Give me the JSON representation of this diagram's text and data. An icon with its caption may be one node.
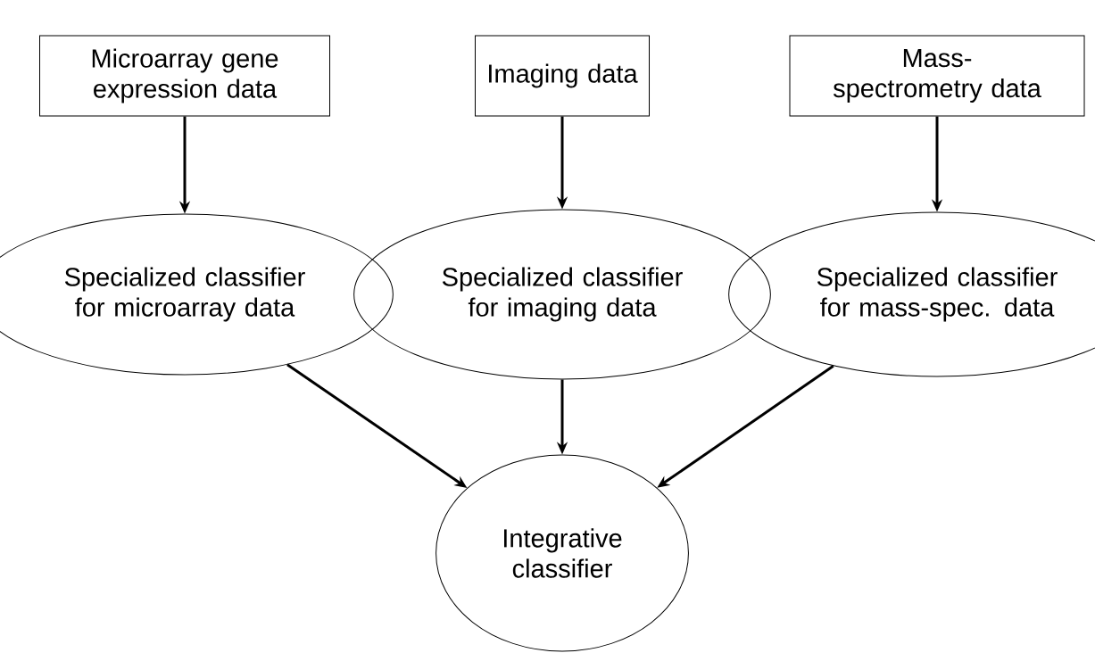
{
  "diagram": {
    "nodes": [
      {
        "text": [
          "Microarray gene expression data"
        ]
      },
      {
        "text": [
          "Imaging data"
        ]
      },
      {
        "text": [
          "Mass-spectrometry data"
        ]
      },
      {
        "text": [
          "Specialized classifier for microarray data"
        ]
      },
      {
        "text": [
          "Specialized classifier for imaging data"
        ]
      },
      {
        "text": [
          "Specialized classifier for mass-spec. data"
        ]
      },
      {
        "text": [
          "Integrative classifier"
        ]
      }
    ],
    "edges": [
      {
        "from": 0,
        "to": 3,
        "arrow": "to"
      },
      {
        "from": 1,
        "to": 4,
        "arrow": "to"
      },
      {
        "from": 2,
        "to": 5,
        "arrow": "to"
      },
      {
        "from": 3,
        "to": 6,
        "arrow": "to"
      },
      {
        "from": 4,
        "to": 6,
        "arrow": "to"
      },
      {
        "from": 5,
        "to": 6,
        "arrow": "to"
      }
    ]
  }
}
